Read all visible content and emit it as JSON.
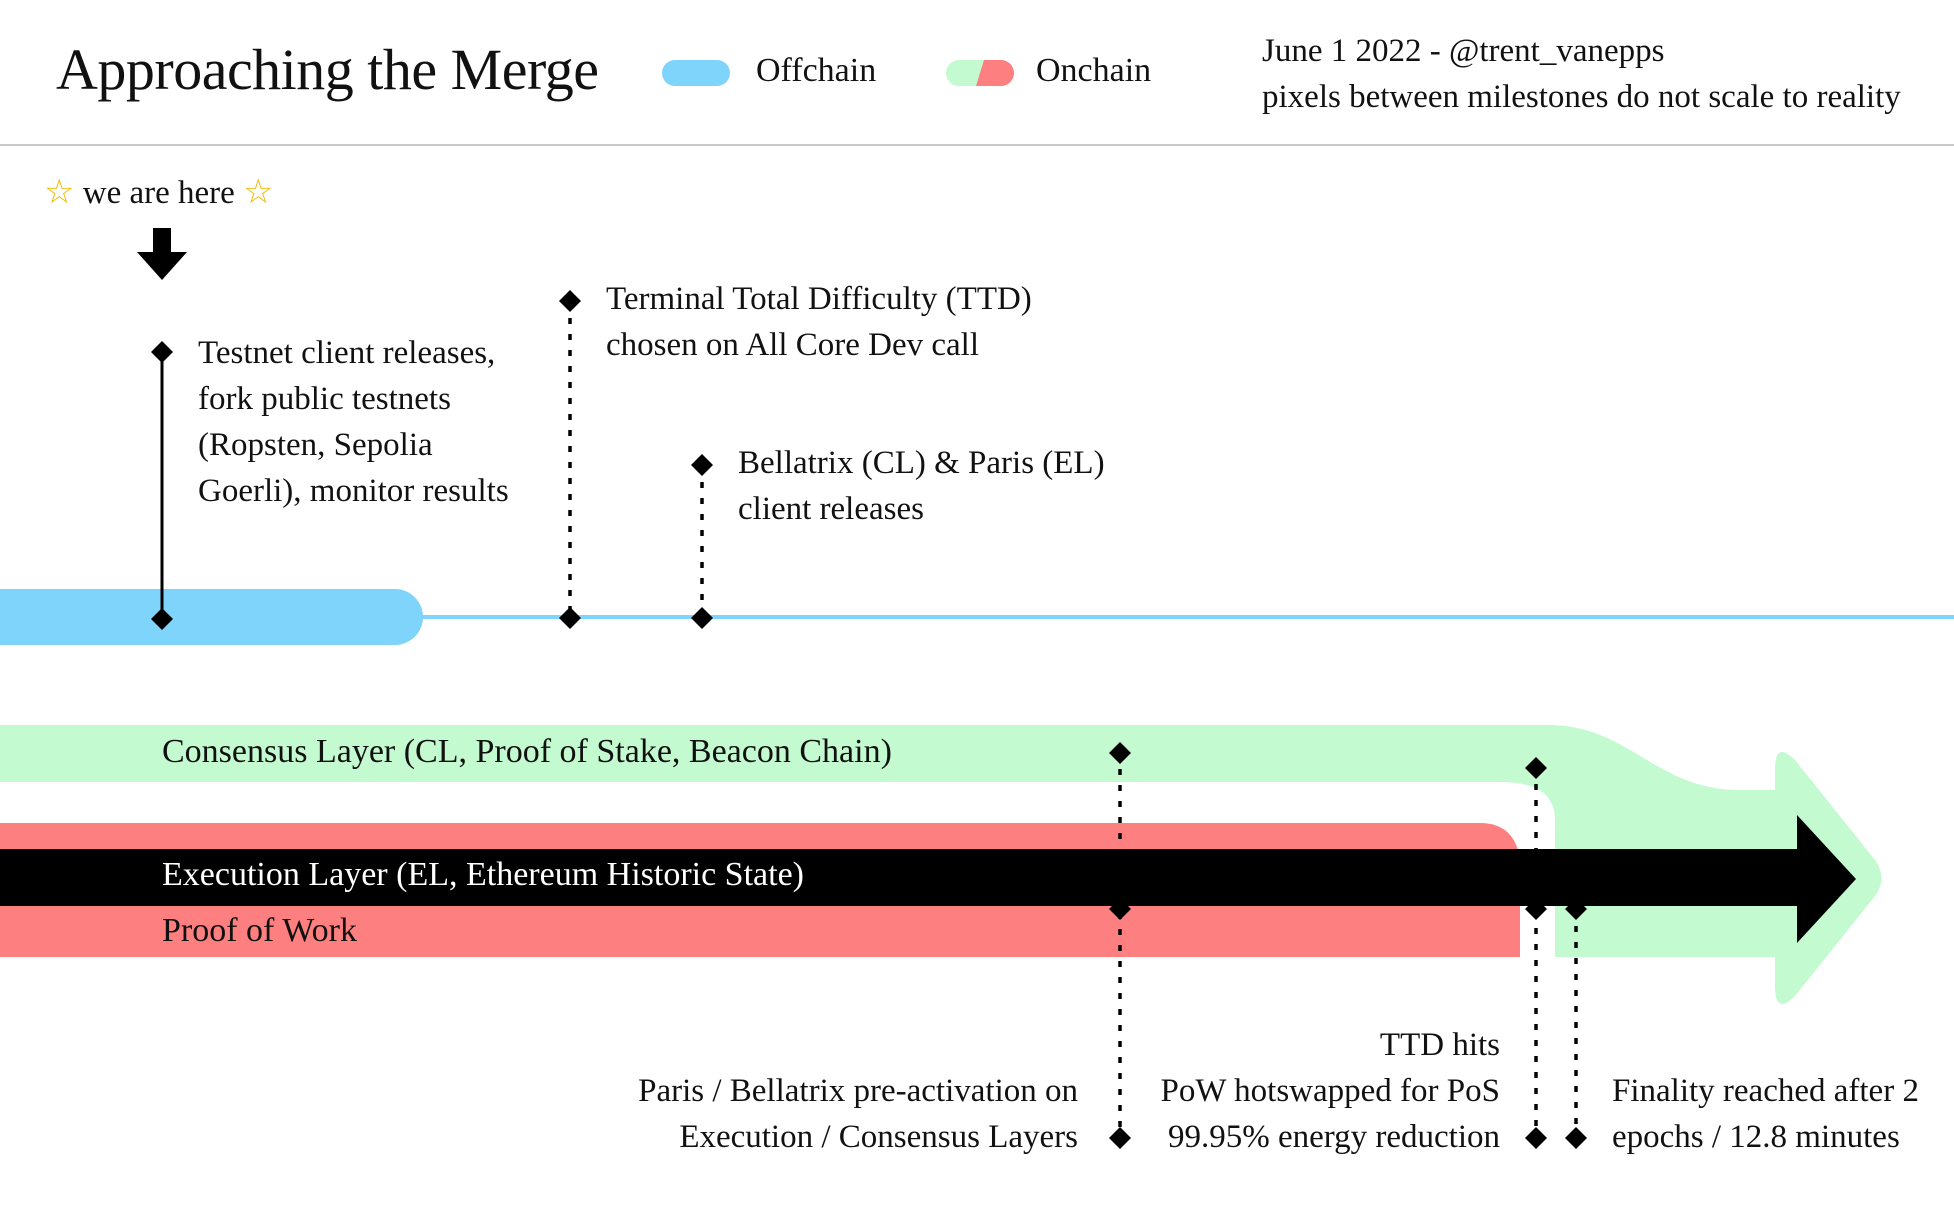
{
  "header": {
    "title": "Approaching the Merge",
    "legend": [
      {
        "label": "Offchain",
        "colors": [
          "#7fd4fb"
        ]
      },
      {
        "label": "Onchain",
        "colors": [
          "#c3fad0",
          "#fd7f7f"
        ]
      }
    ],
    "credit_line1": "June 1 2022 - @trent_vanepps",
    "credit_line2": "pixels between milestones do not scale to reality"
  },
  "here_marker": {
    "text": "we are here",
    "icon": "star-icon",
    "arrow_icon": "arrow-down-icon"
  },
  "colors": {
    "offchain": "#7fd4fb",
    "consensus": "#c3fad0",
    "proof_of_work": "#fd7f7f",
    "execution": "#000000"
  },
  "layers": {
    "consensus": "Consensus Layer (CL, Proof of Stake, Beacon Chain)",
    "execution": "Execution Layer (EL, Ethereum Historic State)",
    "pow": "Proof of Work"
  },
  "milestones": {
    "testnets": {
      "line1": "Testnet client releases,",
      "line2": "fork public testnets",
      "line3": "(Ropsten, Sepolia",
      "line4": "Goerli), monitor results"
    },
    "ttd_chosen": {
      "line1": "Terminal Total Difficulty (TTD)",
      "line2": "chosen on All Core Dev call"
    },
    "client_releases": {
      "line1": "Bellatrix (CL) & Paris (EL)",
      "line2": "client releases"
    },
    "preactivation": {
      "line1": "Paris / Bellatrix pre-activation on",
      "line2": "Execution / Consensus Layers"
    },
    "ttd_hits": {
      "line1": "TTD hits",
      "line2": "PoW hotswapped for PoS",
      "line3": "99.95% energy reduction"
    },
    "finality": {
      "line1": "Finality reached after 2",
      "line2": "epochs / 12.8 minutes"
    }
  }
}
